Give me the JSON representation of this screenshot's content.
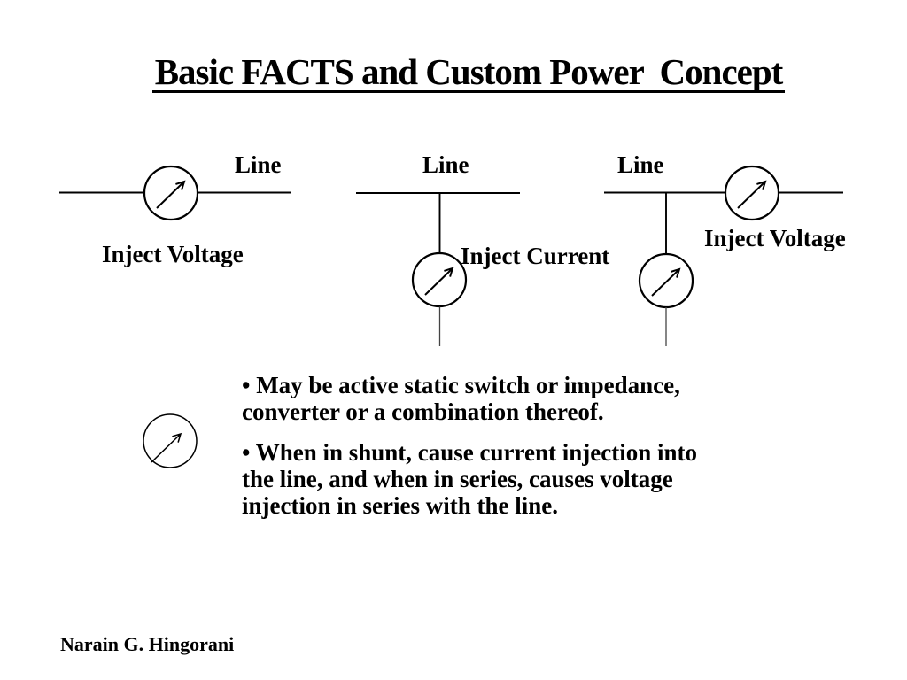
{
  "slide": {
    "title": "Basic FACTS and Custom Power  Concept",
    "author": "Narain G. Hingorani"
  },
  "diagrams": [
    {
      "line_label": "Line",
      "caption": "Inject Voltage"
    },
    {
      "line_label": "Line",
      "caption": "Inject Current"
    },
    {
      "line_label": "Line",
      "caption": "Inject Voltage"
    }
  ],
  "bullets": [
    {
      "lines": [
        "• May be active static switch or impedance,",
        "converter or a combination thereof."
      ]
    },
    {
      "lines": [
        "• When in shunt, cause current injection into",
        "the line, and when in series, causes voltage",
        "injection in series with the line."
      ]
    }
  ],
  "icons": {
    "injection_device": "circle-with-northeast-arrow-icon"
  },
  "colors": {
    "ink": "#000000",
    "background": "#ffffff"
  }
}
